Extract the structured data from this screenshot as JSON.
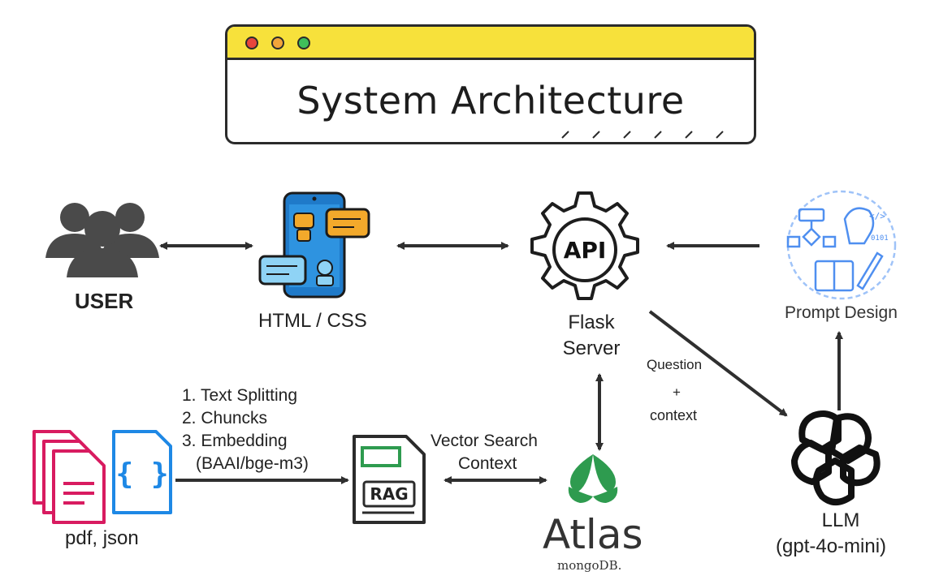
{
  "title": "System Architecture",
  "nodes": {
    "user": "USER",
    "frontend": "HTML / CSS",
    "api_icon": "API",
    "flask_line1": "Flask",
    "flask_line2": "Server",
    "prompt": "Prompt Design",
    "files": "pdf, json",
    "rag_icon": "RAG",
    "atlas": "Atlas",
    "mongodb": "mongoDB.",
    "llm_line1": "LLM",
    "llm_line2": "(gpt-4o-mini)"
  },
  "edges": {
    "ingest_steps": [
      "1. Text Splitting",
      "2. Chuncks",
      "3. Embedding",
      "(BAAI/bge-m3)"
    ],
    "vector_search_line1": "Vector Search",
    "vector_search_line2": "Context",
    "question_line1": "Question",
    "question_line2": "+",
    "question_line3": "context"
  },
  "colors": {
    "title_bar": "#f7e13b",
    "user_icon": "#4a4a4a",
    "phone": "#1f7ac9",
    "pdf": "#d81b60",
    "json": "#1e88e5",
    "atlas_leaf": "#2e9b4f",
    "prompt_icon": "#4f8ff0"
  },
  "icons": [
    "window-dots-icon",
    "user-group-icon",
    "chat-phone-icon",
    "api-gear-icon",
    "prompt-design-icon",
    "pdf-files-icon",
    "json-file-icon",
    "rag-document-icon",
    "mongodb-leaf-icon",
    "openai-logo-icon"
  ]
}
